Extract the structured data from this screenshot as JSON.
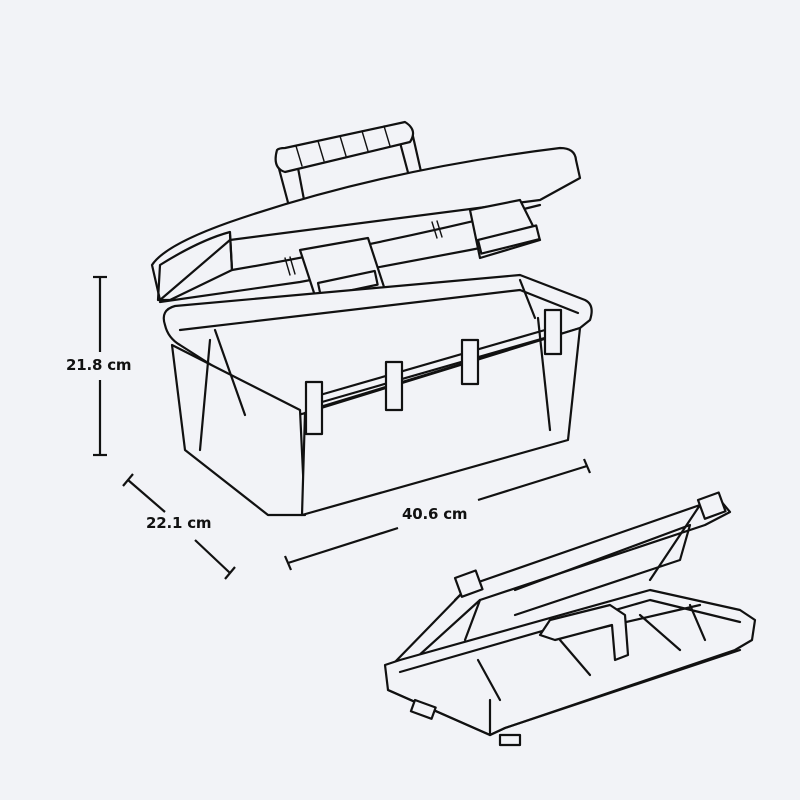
{
  "diagram": {
    "subject": "Open toolbox with removable tray",
    "background_color": "#f2f3f7",
    "line_color": "#111111",
    "dimensions": {
      "height": {
        "label": "21.8 cm",
        "value": 21.8,
        "unit": "cm"
      },
      "depth": {
        "label": "22.1 cm",
        "value": 22.1,
        "unit": "cm"
      },
      "width": {
        "label": "40.6 cm",
        "value": 40.6,
        "unit": "cm"
      }
    },
    "components": [
      {
        "name": "toolbox-body"
      },
      {
        "name": "toolbox-lid"
      },
      {
        "name": "carry-handle"
      },
      {
        "name": "latches"
      },
      {
        "name": "removable-tray"
      }
    ]
  }
}
